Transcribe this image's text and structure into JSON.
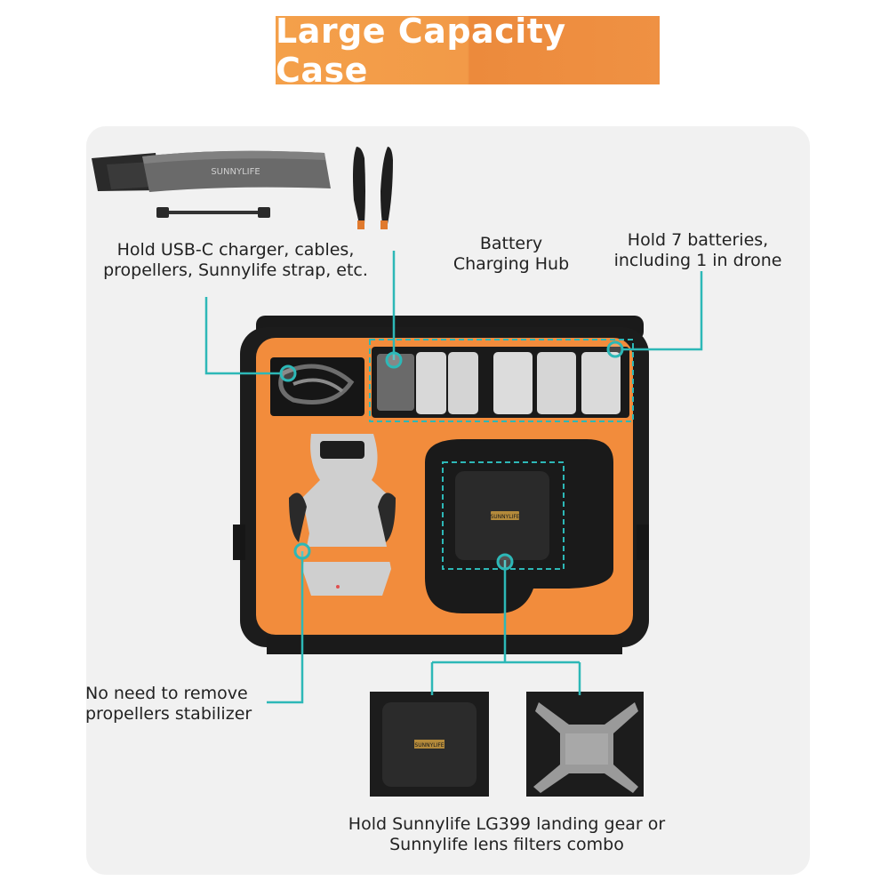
{
  "banner": {
    "title": "Large Capacity Case"
  },
  "labels": {
    "accessories": [
      "Hold USB-C charger, cables,",
      "propellers, Sunnylife strap, etc."
    ],
    "hub": [
      "Battery",
      "Charging Hub"
    ],
    "batteries": [
      "Hold 7 batteries,",
      "including 1 in drone"
    ],
    "propellers": [
      "No need to remove",
      "propellers stabilizer"
    ],
    "landing_gear": [
      "Hold Sunnylife LG399 landing gear or",
      "Sunnylife lens filters combo"
    ]
  },
  "brand": {
    "strap_text": "SUNNYLIFE",
    "filter_box_text": "SUNNYLIFE"
  },
  "colors": {
    "accent": "#f29a48",
    "foam": "#f28c3c",
    "callout": "#2db8b7",
    "case": "#1c1c1c"
  }
}
